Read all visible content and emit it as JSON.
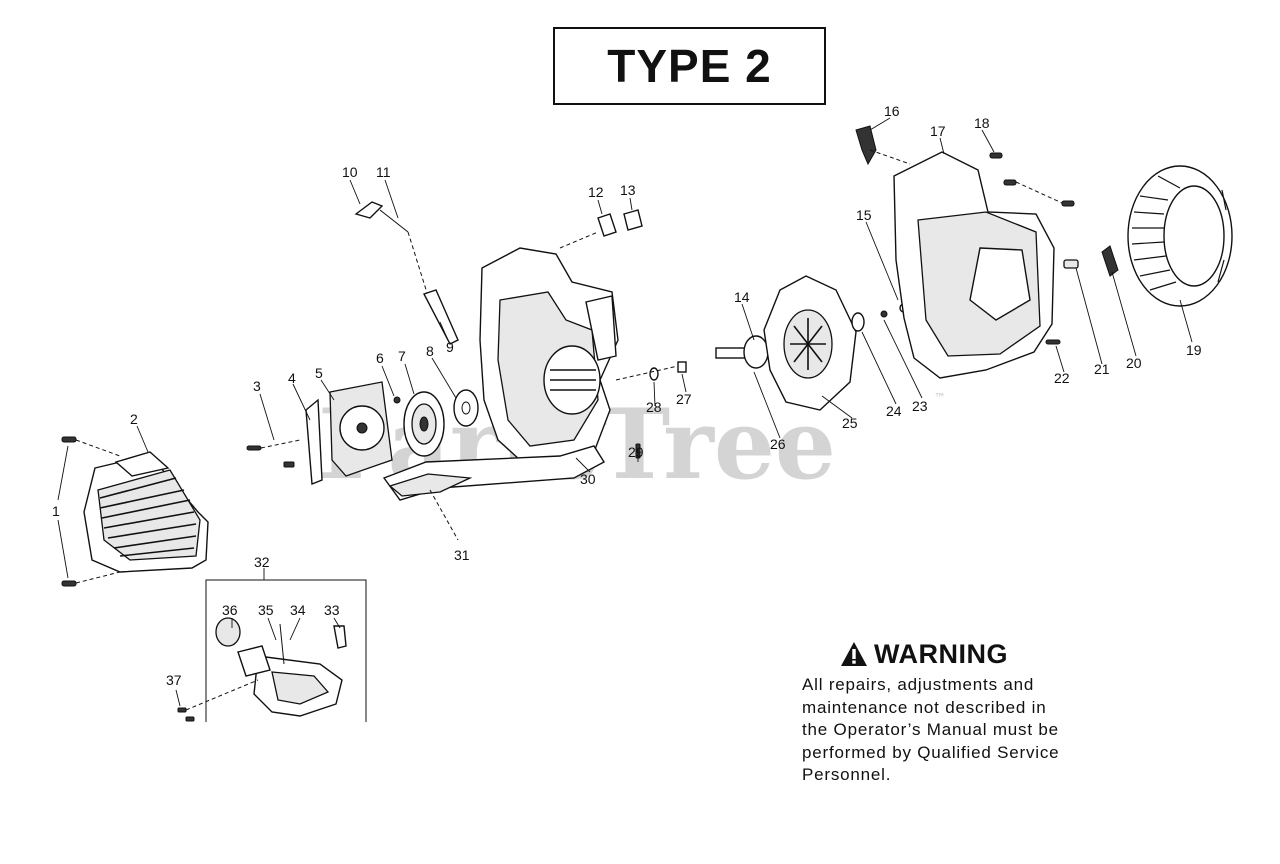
{
  "title": "TYPE 2",
  "watermark": {
    "text": "PartsTree",
    "mark": "™"
  },
  "warning": {
    "icon": "warning-triangle-icon",
    "title": "WARNING",
    "lines": [
      "All repairs, adjustments and",
      "maintenance not described in",
      "the Operator’s Manual must be",
      "performed by Qualified Service",
      "Personnel."
    ]
  },
  "callouts": [
    "1",
    "2",
    "3",
    "4",
    "5",
    "6",
    "7",
    "8",
    "9",
    "10",
    "11",
    "12",
    "13",
    "14",
    "15",
    "16",
    "17",
    "18",
    "19",
    "20",
    "21",
    "22",
    "23",
    "24",
    "25",
    "26",
    "27",
    "28",
    "29",
    "30",
    "31",
    "32",
    "33",
    "34",
    "35",
    "36",
    "37"
  ]
}
